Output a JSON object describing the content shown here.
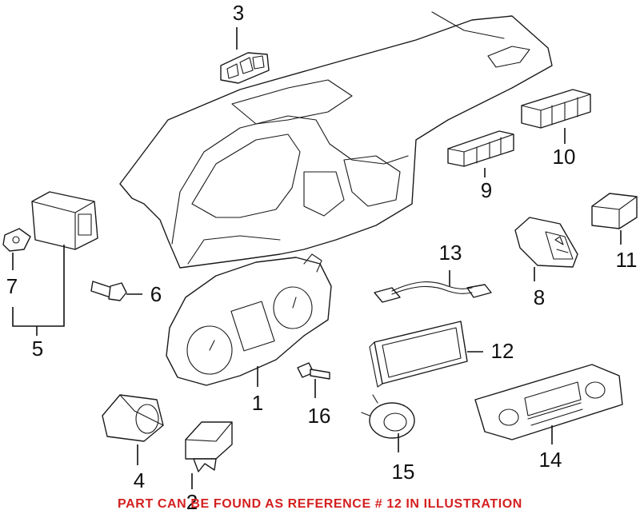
{
  "colors": {
    "line": "#1a1a1a",
    "notice": "#d42020",
    "background": "#ffffff"
  },
  "callouts": {
    "c1": "1",
    "c2": "2",
    "c3": "3",
    "c4": "4",
    "c5": "5",
    "c6": "6",
    "c7": "7",
    "c8": "8",
    "c9": "9",
    "c10": "10",
    "c11": "11",
    "c12": "12",
    "c13": "13",
    "c14": "14",
    "c15": "15",
    "c16": "16"
  },
  "notice": "PART CAN BE FOUND AS REFERENCE # 12 IN ILLUSTRATION"
}
